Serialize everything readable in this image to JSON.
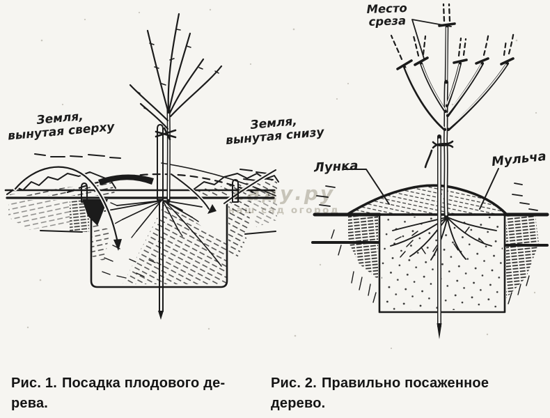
{
  "figure1": {
    "caption": {
      "label": "Рис. 1.",
      "line1": "Посадка плодового де-",
      "line2": "рева."
    },
    "labels": {
      "soil_top_line1": "Земля,",
      "soil_top_line2": "вынутая сверху",
      "soil_bottom_line1": "Земля,",
      "soil_bottom_line2": "вынутая снизу"
    }
  },
  "figure2": {
    "caption": {
      "label": "Рис. 2.",
      "line1": "Правильно посаженное",
      "line2": "дерево."
    },
    "labels": {
      "cut_line1": "Место",
      "cut_line2": "среза",
      "hole": "Лунка",
      "mulch": "Мульча"
    }
  },
  "watermark": {
    "line1": "саду.ру",
    "line2": "наш сад огород"
  },
  "colors": {
    "ink": "#1b1b1b",
    "paper": "#f6f5f1",
    "watermark": "#c7c3ba"
  }
}
